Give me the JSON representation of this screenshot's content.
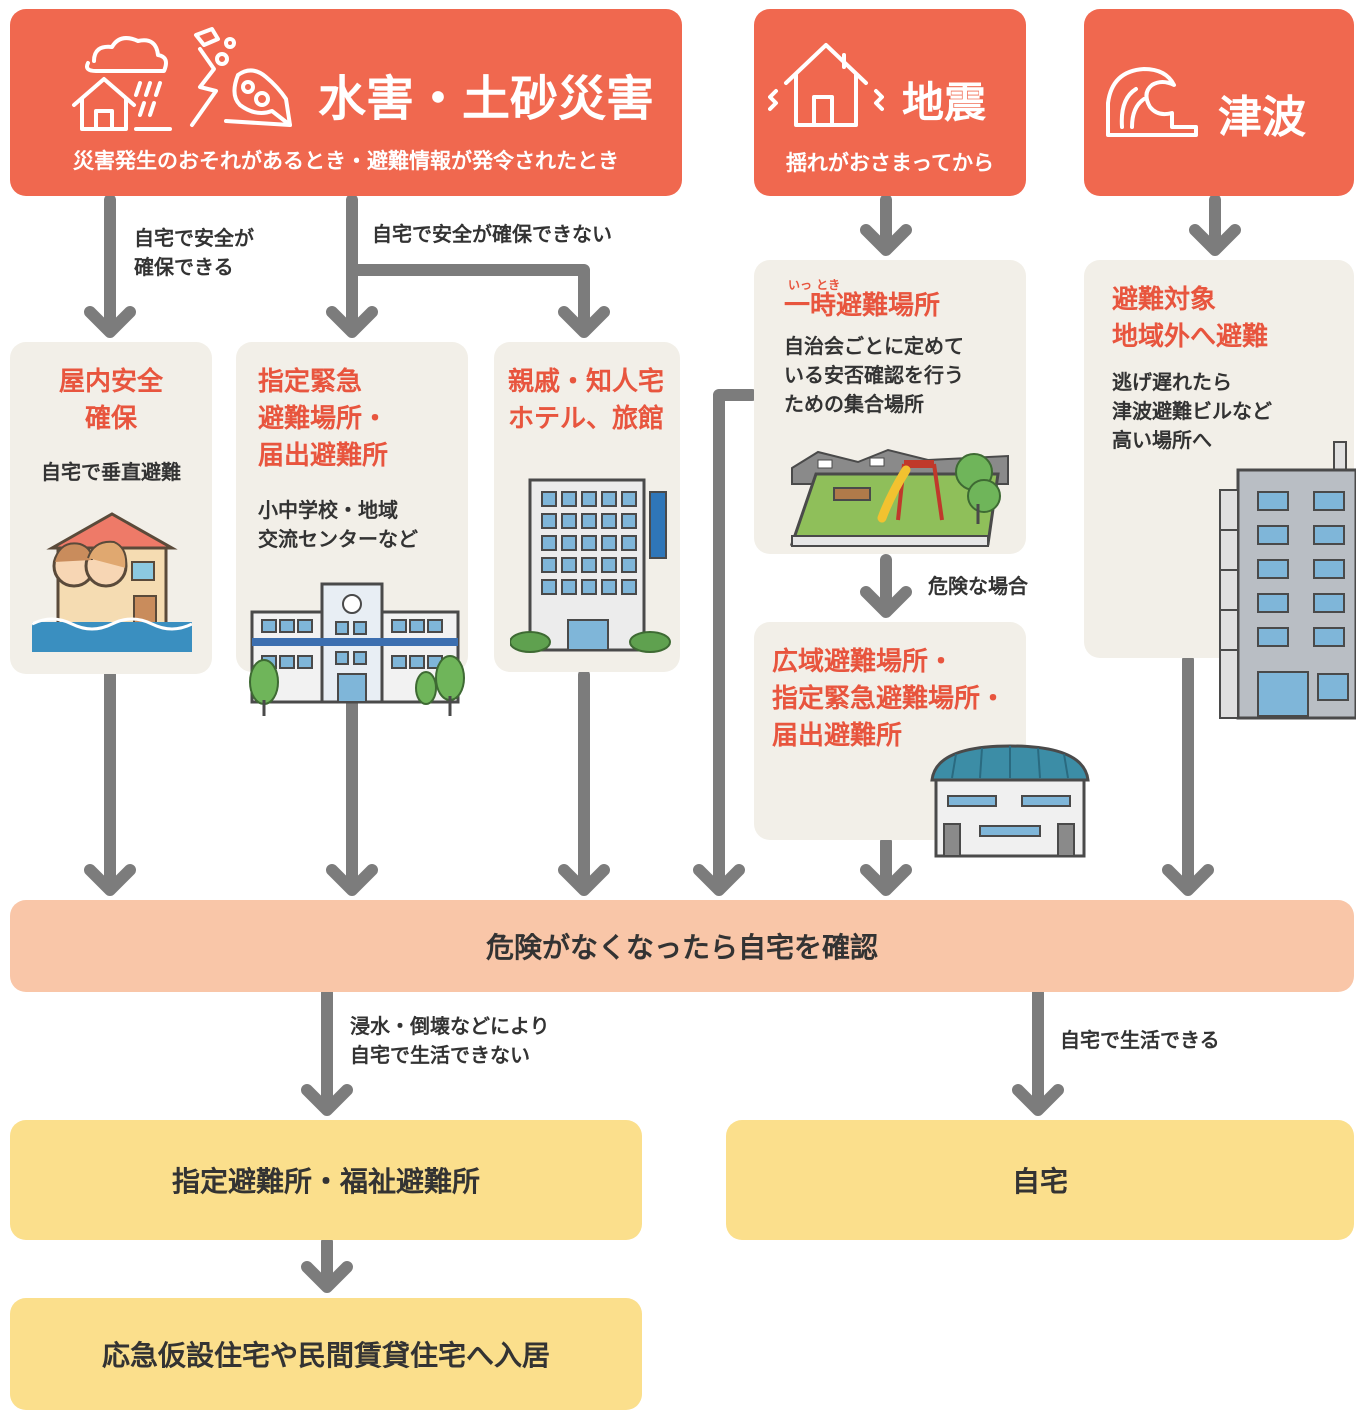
{
  "headers": {
    "flood": {
      "title": "水害・土砂災害",
      "subtitle": "災害発生のおそれがあるとき・避難情報が発令されたとき"
    },
    "quake": {
      "title": "地震",
      "subtitle": "揺れがおさまってから"
    },
    "tsunami": {
      "title": "津波"
    }
  },
  "edge_labels": {
    "safe_home": "自宅で安全が\n確保できる",
    "unsafe_home": "自宅で安全が確保できない",
    "danger": "危険な場合",
    "cannot_live": "浸水・倒壊などにより\n自宅で生活できない",
    "can_live": "自宅で生活できる"
  },
  "cards": {
    "indoor": {
      "title": "屋内安全\n確保",
      "desc": "自宅で垂直避難"
    },
    "designated": {
      "title": "指定緊急\n避難場所・\n届出避難所",
      "desc": "小中学校・地域\n交流センターなど"
    },
    "relatives": {
      "title": "親戚・知人宅\nホテル、旅館"
    },
    "temporary": {
      "ruby": "いっ とき",
      "title": "一時避難場所",
      "desc": "自治会ごとに定めて\nいる安否確認を行う\nための集合場所"
    },
    "wide": {
      "title": "広域避難場所・\n指定緊急避難場所・\n届出避難所"
    },
    "tsunami_dest": {
      "title": "避難対象\n地域外へ避難",
      "desc": "逃げ遅れたら\n津波避難ビルなど\n高い場所へ"
    }
  },
  "confirm": "危険がなくなったら自宅を確認",
  "results": {
    "shelter": "指定避難所・福祉避難所",
    "home": "自宅",
    "housing": "応急仮設住宅や民間賃貸住宅へ入居"
  },
  "colors": {
    "header": "#f0684f",
    "card": "#f2efe8",
    "confirm": "#f9c6a8",
    "result": "#fbdf8c",
    "arrow": "#7c7c7c",
    "title_red": "#e8553e"
  }
}
